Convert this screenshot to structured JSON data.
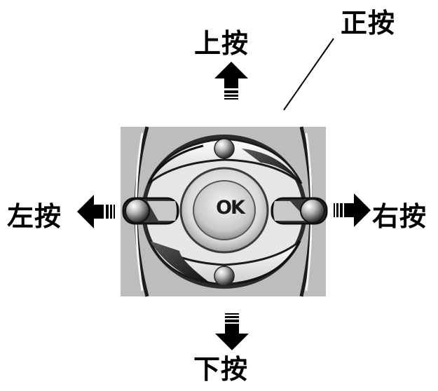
{
  "labels": {
    "up": "上按",
    "down": "下按",
    "left": "左按",
    "right": "右按",
    "press": "正按"
  },
  "center_button": {
    "text": "OK"
  },
  "colors": {
    "panel": "#bdbdbd",
    "ring_dark": "#1f1f1f",
    "ring_light": "#f2f2f2",
    "arrow": "#000000"
  }
}
